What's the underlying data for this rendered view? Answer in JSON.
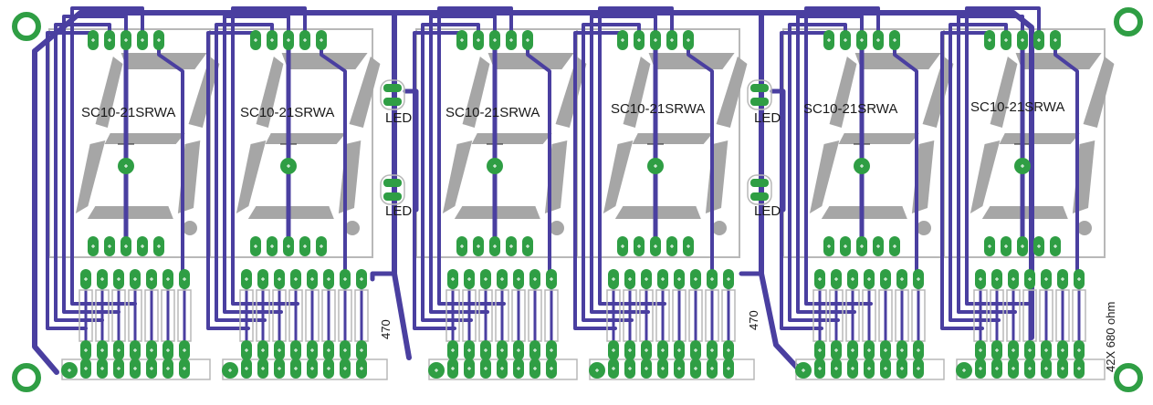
{
  "colors": {
    "background": "#ffffff",
    "trace": "#4a3fa0",
    "pad": "#2f9e44",
    "segment": "#a6a6a6",
    "outline": "#b8b8b8",
    "jumper": "#b01818",
    "mounting_hole": "#2f9e44"
  },
  "displays": [
    {
      "part": "SC10-21SRWA"
    },
    {
      "part": "SC10-21SRWA"
    },
    {
      "part": "SC10-21SRWA"
    },
    {
      "part": "SC10-21SRWA"
    },
    {
      "part": "SC10-21SRWA"
    },
    {
      "part": "SC10-21SRWA"
    }
  ],
  "leds": [
    {
      "label": "LED"
    },
    {
      "label": "LED"
    },
    {
      "label": "LED"
    },
    {
      "label": "LED"
    }
  ],
  "resistors": [
    {
      "label": "470"
    },
    {
      "label": "470"
    }
  ],
  "resistor_array_note": "42X 680 ohm"
}
